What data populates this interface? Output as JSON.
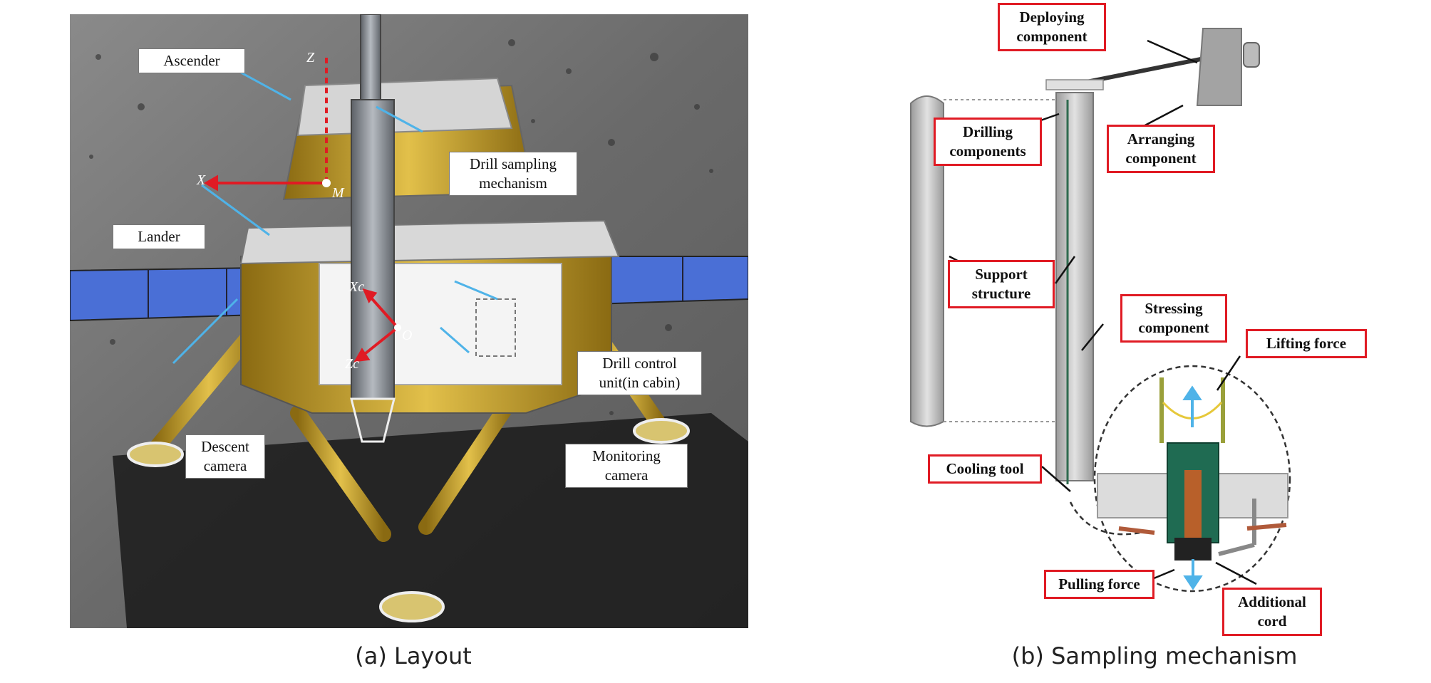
{
  "left_panel": {
    "caption": "(a)  Layout",
    "labels": {
      "ascender": "Ascender",
      "drill_sampling": "Drill sampling\nmechanism",
      "lander": "Lander",
      "drill_control": "Drill control\nunit(in cabin)",
      "descent_camera": "Descent\ncamera",
      "monitoring_camera": "Monitoring\ncamera"
    },
    "axes": {
      "z": "Z",
      "x": "X",
      "m": "M",
      "xc": "Xc",
      "zc": "Zc",
      "o": "O"
    }
  },
  "right_panel": {
    "caption": "(b)  Sampling mechanism",
    "labels": {
      "deploying": "Deploying\ncomponent",
      "drilling": "Drilling\ncomponents",
      "arranging": "Arranging\ncomponent",
      "support": "Support\nstructure",
      "stressing": "Stressing\ncomponent",
      "lifting": "Lifting force",
      "cooling": "Cooling tool",
      "pulling": "Pulling force",
      "additional": "Additional\ncord"
    }
  },
  "colors": {
    "accent_red": "#e01b24",
    "moon_gray": "#6f6f6f",
    "panel_blue": "#4a6fd6",
    "gold": "#c9a227",
    "arrow_blue": "#4fb3e8"
  }
}
